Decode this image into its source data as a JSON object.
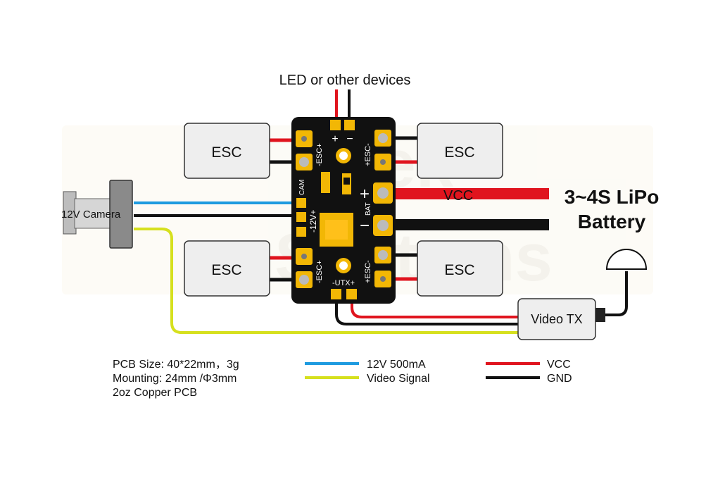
{
  "title_top": "LED or other devices",
  "esc_label": "ESC",
  "camera_label": "12V Camera",
  "vtx_label": "Video TX",
  "vcc_wire_label": "VCC",
  "battery": {
    "line1": "3~4S LiPo",
    "line2": "Battery"
  },
  "pcb_marks": {
    "esc_tl": "-ESC+",
    "esc_tr": "+ESC-",
    "esc_bl": "-ESC+",
    "esc_br": "+ESC-",
    "cam": "CAM",
    "v12": "-12V+",
    "bat": "BAT",
    "utx": "-UTX+",
    "plus": "+",
    "minus": "−",
    "led_plus": "+",
    "led_minus": "−"
  },
  "watermark": {
    "line1": "tatek",
    "line2": "Systems"
  },
  "specs": [
    "PCB Size: 40*22mm，3g",
    "Mounting: 24mm /Φ3mm",
    "2oz Copper PCB"
  ],
  "legend": [
    {
      "label": "12V 500mA",
      "color": "#1e9be0"
    },
    {
      "label": "Video Signal",
      "color": "#d6e01e"
    },
    {
      "label": "VCC",
      "color": "#e0141e"
    },
    {
      "label": "GND",
      "color": "#111111"
    }
  ],
  "colors": {
    "blue": "#1e9be0",
    "yellow": "#d6e01e",
    "red": "#e0141e",
    "black": "#111111",
    "pcb": "#111111",
    "pad": "#f2b705"
  }
}
